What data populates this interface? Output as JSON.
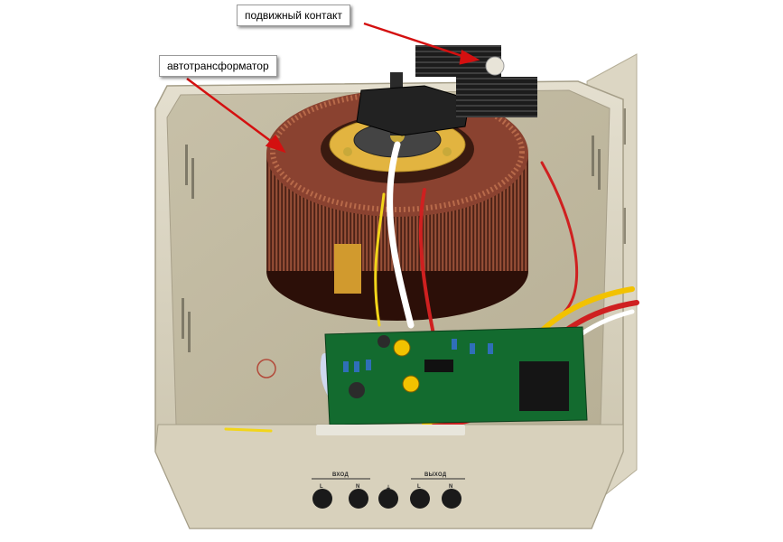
{
  "callouts": {
    "moving_contact": "подвижный контакт",
    "autotransformer": "автотрансформатор"
  },
  "front_panel": {
    "input_label": "ВХОД",
    "output_label": "ВЫХОД",
    "terminal_l": "L",
    "terminal_n": "N",
    "ground_symbol": "⏚"
  },
  "colors": {
    "arrow": "#d41010",
    "housing": "#d9d2bd",
    "winding": "#7a3a2a"
  }
}
